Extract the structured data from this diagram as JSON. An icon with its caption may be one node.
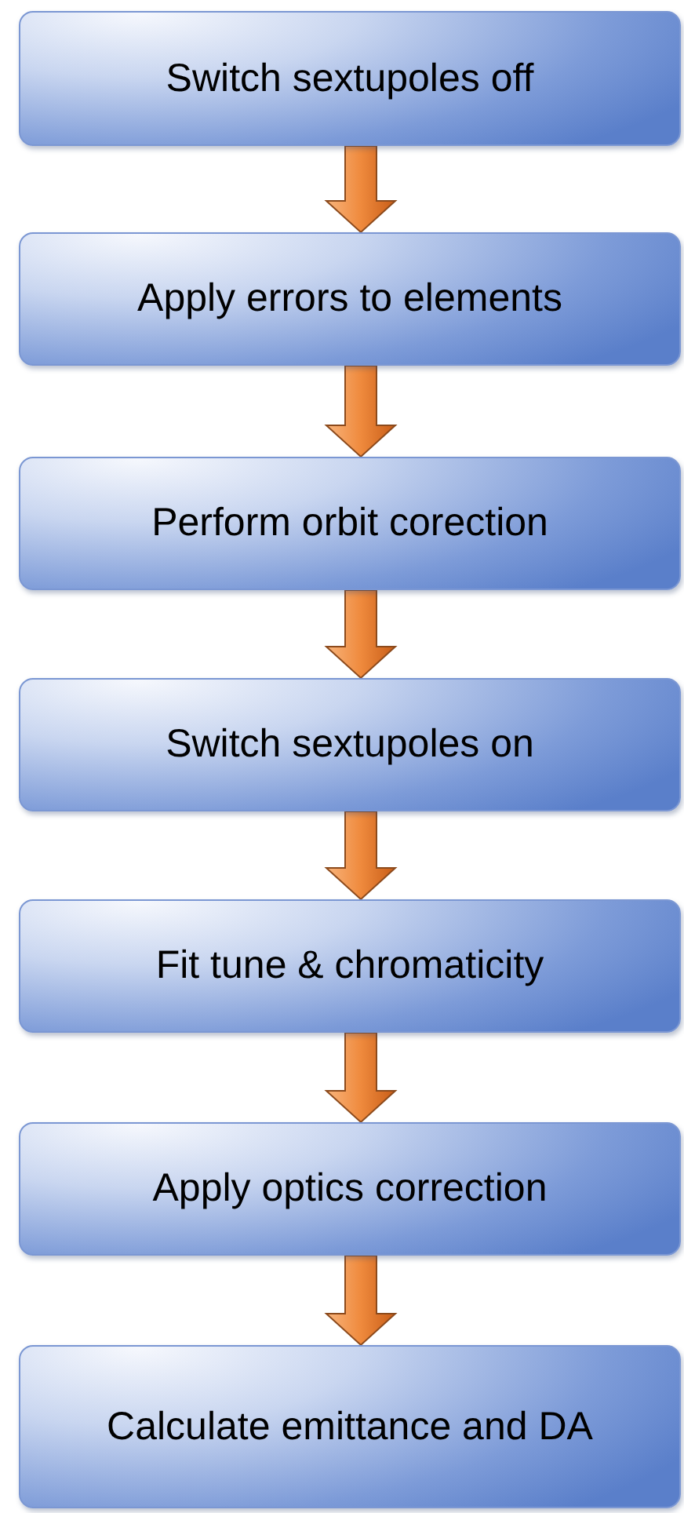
{
  "diagram": {
    "nodes": [
      {
        "text": [
          "Switch sextupoles off"
        ]
      },
      {
        "text": [
          "Apply errors to elements"
        ]
      },
      {
        "text": [
          "Perform orbit corection"
        ]
      },
      {
        "text": [
          "Switch sextupoles on"
        ]
      },
      {
        "text": [
          "Fit tune & chromaticity"
        ]
      },
      {
        "text": [
          "Apply optics correction"
        ]
      },
      {
        "text": [
          "Calculate emittance and DA"
        ]
      }
    ],
    "edges": [
      {
        "from": 0,
        "to": 1,
        "arrow": "to"
      },
      {
        "from": 1,
        "to": 2,
        "arrow": "to"
      },
      {
        "from": 2,
        "to": 3,
        "arrow": "to"
      },
      {
        "from": 3,
        "to": 4,
        "arrow": "to"
      },
      {
        "from": 4,
        "to": 5,
        "arrow": "to"
      },
      {
        "from": 5,
        "to": 6,
        "arrow": "to"
      }
    ]
  }
}
